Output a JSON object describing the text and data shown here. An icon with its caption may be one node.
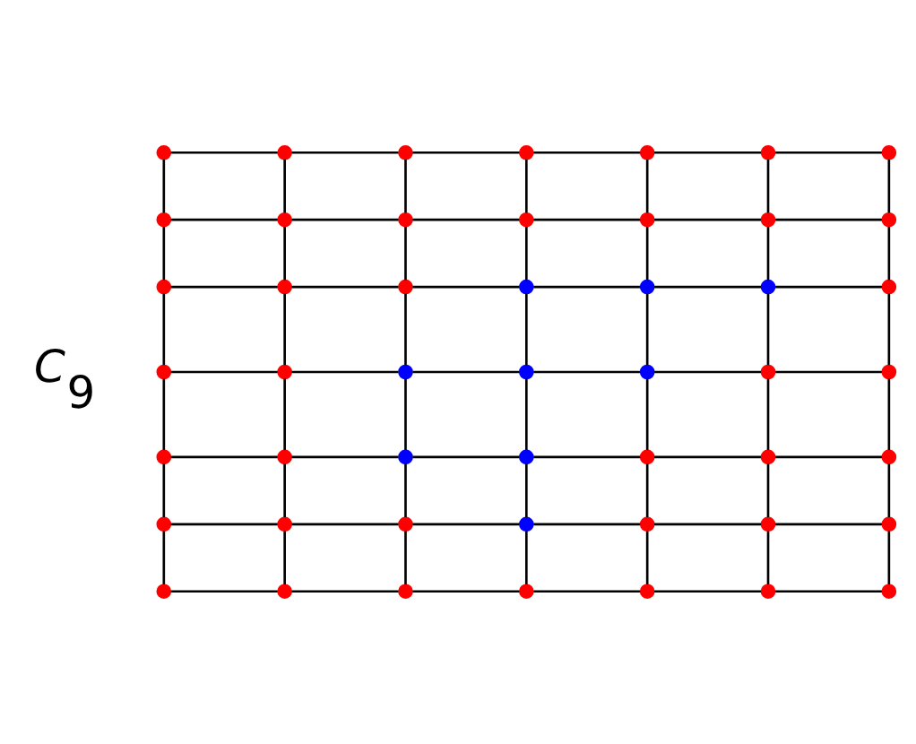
{
  "diagram": {
    "nodes": [
      {
        "text": [],
        "shape": "circle"
      },
      {
        "text": [],
        "shape": "circle"
      },
      {
        "text": [],
        "shape": "circle"
      },
      {
        "text": [],
        "shape": "circle"
      },
      {
        "text": [],
        "shape": "circle"
      },
      {
        "text": [],
        "shape": "circle"
      },
      {
        "text": [],
        "shape": "circle"
      },
      {
        "text": [],
        "shape": "circle"
      },
      {
        "text": [],
        "shape": "circle"
      },
      {
        "text": [],
        "shape": "circle"
      },
      {
        "text": [],
        "shape": "circle"
      },
      {
        "text": [],
        "shape": "circle"
      },
      {
        "text": [],
        "shape": "circle"
      },
      {
        "text": [],
        "shape": "circle"
      },
      {
        "text": [],
        "shape": "circle"
      },
      {
        "text": [],
        "shape": "circle"
      },
      {
        "text": [],
        "shape": "circle"
      },
      {
        "text": [],
        "shape": "circle"
      },
      {
        "text": [],
        "shape": "circle"
      },
      {
        "text": [],
        "shape": "circle"
      },
      {
        "text": [],
        "shape": "circle"
      },
      {
        "text": [],
        "shape": "circle"
      },
      {
        "text": [],
        "shape": "circle"
      },
      {
        "text": [],
        "shape": "circle"
      },
      {
        "text": [],
        "shape": "circle"
      },
      {
        "text": [],
        "shape": "circle"
      },
      {
        "text": [],
        "shape": "circle"
      },
      {
        "text": [],
        "shape": "circle"
      },
      {
        "text": [],
        "shape": "circle"
      },
      {
        "text": [],
        "shape": "circle"
      },
      {
        "text": [],
        "shape": "circle"
      },
      {
        "text": [],
        "shape": "circle"
      },
      {
        "text": [],
        "shape": "circle"
      },
      {
        "text": [],
        "shape": "circle"
      },
      {
        "text": [],
        "shape": "circle"
      },
      {
        "text": [],
        "shape": "circle"
      },
      {
        "text": [],
        "shape": "circle"
      },
      {
        "text": [],
        "shape": "circle"
      },
      {
        "text": [],
        "shape": "circle"
      },
      {
        "text": [],
        "shape": "circle"
      },
      {
        "text": [],
        "shape": "circle"
      },
      {
        "text": [],
        "shape": "circle"
      },
      {
        "text": [],
        "shape": "circle"
      },
      {
        "text": [],
        "shape": "circle"
      },
      {
        "text": [],
        "shape": "circle"
      },
      {
        "text": [],
        "shape": "circle"
      },
      {
        "text": [],
        "shape": "circle"
      },
      {
        "text": [],
        "shape": "circle"
      },
      {
        "text": [],
        "shape": "circle"
      }
    ],
    "edges": [
      {
        "from": 0,
        "to": 1,
        "arrow": "none"
      },
      {
        "from": 1,
        "to": 2,
        "arrow": "none"
      },
      {
        "from": 2,
        "to": 3,
        "arrow": "none"
      },
      {
        "from": 3,
        "to": 4,
        "arrow": "none"
      },
      {
        "from": 4,
        "to": 5,
        "arrow": "none"
      },
      {
        "from": 5,
        "to": 6,
        "arrow": "none"
      },
      {
        "from": 7,
        "to": 8,
        "arrow": "none"
      },
      {
        "from": 8,
        "to": 9,
        "arrow": "none"
      },
      {
        "from": 9,
        "to": 10,
        "arrow": "none"
      },
      {
        "from": 10,
        "to": 11,
        "arrow": "none"
      },
      {
        "from": 11,
        "to": 12,
        "arrow": "none"
      },
      {
        "from": 12,
        "to": 13,
        "arrow": "none"
      },
      {
        "from": 14,
        "to": 15,
        "arrow": "none"
      },
      {
        "from": 15,
        "to": 16,
        "arrow": "none"
      },
      {
        "from": 16,
        "to": 17,
        "arrow": "none"
      },
      {
        "from": 17,
        "to": 18,
        "arrow": "none"
      },
      {
        "from": 18,
        "to": 19,
        "arrow": "none"
      },
      {
        "from": 19,
        "to": 20,
        "arrow": "none"
      },
      {
        "from": 21,
        "to": 22,
        "arrow": "none"
      },
      {
        "from": 22,
        "to": 23,
        "arrow": "none"
      },
      {
        "from": 23,
        "to": 24,
        "arrow": "none"
      },
      {
        "from": 24,
        "to": 25,
        "arrow": "none"
      },
      {
        "from": 25,
        "to": 26,
        "arrow": "none"
      },
      {
        "from": 26,
        "to": 27,
        "arrow": "none"
      },
      {
        "from": 28,
        "to": 29,
        "arrow": "none"
      },
      {
        "from": 29,
        "to": 30,
        "arrow": "none"
      },
      {
        "from": 30,
        "to": 31,
        "arrow": "none"
      },
      {
        "from": 31,
        "to": 32,
        "arrow": "none"
      },
      {
        "from": 32,
        "to": 33,
        "arrow": "none"
      },
      {
        "from": 33,
        "to": 34,
        "arrow": "none"
      },
      {
        "from": 35,
        "to": 36,
        "arrow": "none"
      },
      {
        "from": 36,
        "to": 37,
        "arrow": "none"
      },
      {
        "from": 37,
        "to": 38,
        "arrow": "none"
      },
      {
        "from": 38,
        "to": 39,
        "arrow": "none"
      },
      {
        "from": 39,
        "to": 40,
        "arrow": "none"
      },
      {
        "from": 40,
        "to": 41,
        "arrow": "none"
      },
      {
        "from": 42,
        "to": 43,
        "arrow": "none"
      },
      {
        "from": 43,
        "to": 44,
        "arrow": "none"
      },
      {
        "from": 44,
        "to": 45,
        "arrow": "none"
      },
      {
        "from": 45,
        "to": 46,
        "arrow": "none"
      },
      {
        "from": 46,
        "to": 47,
        "arrow": "none"
      },
      {
        "from": 47,
        "to": 48,
        "arrow": "none"
      },
      {
        "from": 0,
        "to": 7,
        "arrow": "none"
      },
      {
        "from": 1,
        "to": 8,
        "arrow": "none"
      },
      {
        "from": 2,
        "to": 9,
        "arrow": "none"
      },
      {
        "from": 3,
        "to": 10,
        "arrow": "none"
      },
      {
        "from": 4,
        "to": 11,
        "arrow": "none"
      },
      {
        "from": 5,
        "to": 12,
        "arrow": "none"
      },
      {
        "from": 6,
        "to": 13,
        "arrow": "none"
      },
      {
        "from": 7,
        "to": 14,
        "arrow": "none"
      },
      {
        "from": 8,
        "to": 15,
        "arrow": "none"
      },
      {
        "from": 9,
        "to": 16,
        "arrow": "none"
      },
      {
        "from": 10,
        "to": 17,
        "arrow": "none"
      },
      {
        "from": 11,
        "to": 18,
        "arrow": "none"
      },
      {
        "from": 12,
        "to": 19,
        "arrow": "none"
      },
      {
        "from": 13,
        "to": 20,
        "arrow": "none"
      },
      {
        "from": 14,
        "to": 21,
        "arrow": "none"
      },
      {
        "from": 15,
        "to": 22,
        "arrow": "none"
      },
      {
        "from": 16,
        "to": 23,
        "arrow": "none"
      },
      {
        "from": 17,
        "to": 24,
        "arrow": "none"
      },
      {
        "from": 18,
        "to": 25,
        "arrow": "none"
      },
      {
        "from": 19,
        "to": 26,
        "arrow": "none"
      },
      {
        "from": 20,
        "to": 27,
        "arrow": "none"
      },
      {
        "from": 21,
        "to": 28,
        "arrow": "none"
      },
      {
        "from": 22,
        "to": 29,
        "arrow": "none"
      },
      {
        "from": 23,
        "to": 30,
        "arrow": "none"
      },
      {
        "from": 24,
        "to": 31,
        "arrow": "none"
      },
      {
        "from": 25,
        "to": 32,
        "arrow": "none"
      },
      {
        "from": 26,
        "to": 33,
        "arrow": "none"
      },
      {
        "from": 27,
        "to": 34,
        "arrow": "none"
      },
      {
        "from": 28,
        "to": 35,
        "arrow": "none"
      },
      {
        "from": 29,
        "to": 36,
        "arrow": "none"
      },
      {
        "from": 30,
        "to": 37,
        "arrow": "none"
      },
      {
        "from": 31,
        "to": 38,
        "arrow": "none"
      },
      {
        "from": 32,
        "to": 39,
        "arrow": "none"
      },
      {
        "from": 33,
        "to": 40,
        "arrow": "none"
      },
      {
        "from": 34,
        "to": 41,
        "arrow": "none"
      },
      {
        "from": 35,
        "to": 42,
        "arrow": "none"
      },
      {
        "from": 36,
        "to": 43,
        "arrow": "none"
      },
      {
        "from": 37,
        "to": 44,
        "arrow": "none"
      },
      {
        "from": 38,
        "to": 45,
        "arrow": "none"
      },
      {
        "from": 39,
        "to": 46,
        "arrow": "none"
      },
      {
        "from": 40,
        "to": 47,
        "arrow": "none"
      },
      {
        "from": 41,
        "to": 48,
        "arrow": "none"
      }
    ],
    "labels": [
      "*C*$_{9}$"
    ]
  }
}
